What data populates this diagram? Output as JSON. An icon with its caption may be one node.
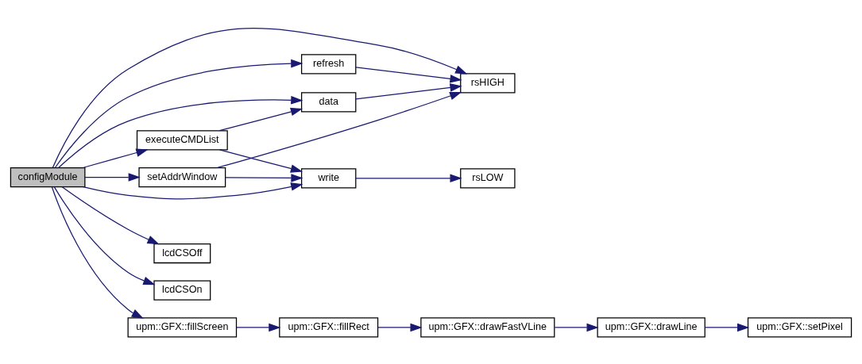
{
  "diagram": {
    "nodes": [
      {
        "text": [
          "configModule"
        ]
      },
      {
        "text": [
          "refresh"
        ]
      },
      {
        "text": [
          "rsHIGH"
        ]
      },
      {
        "text": [
          "data"
        ]
      },
      {
        "text": [
          "executeCMDList"
        ]
      },
      {
        "text": [
          "setAddrWindow"
        ]
      },
      {
        "text": [
          "write"
        ]
      },
      {
        "text": [
          "rsLOW"
        ]
      },
      {
        "text": [
          "lcdCSOff"
        ]
      },
      {
        "text": [
          "lcdCSOn"
        ]
      },
      {
        "text": [
          "upm::GFX::fillScreen"
        ]
      },
      {
        "text": [
          "upm::GFX::fillRect"
        ]
      },
      {
        "text": [
          "upm::GFX::drawFastVLine"
        ]
      },
      {
        "text": [
          "upm::GFX::drawLine"
        ]
      },
      {
        "text": [
          "upm::GFX::setPixel"
        ]
      }
    ],
    "edges": [
      {
        "from": 0,
        "to": 1,
        "arrow": "to"
      },
      {
        "from": 0,
        "to": 2,
        "arrow": "to"
      },
      {
        "from": 0,
        "to": 3,
        "arrow": "to"
      },
      {
        "from": 0,
        "to": 4,
        "arrow": "to"
      },
      {
        "from": 0,
        "to": 5,
        "arrow": "to"
      },
      {
        "from": 0,
        "to": 6,
        "arrow": "to"
      },
      {
        "from": 0,
        "to": 8,
        "arrow": "to"
      },
      {
        "from": 0,
        "to": 9,
        "arrow": "to"
      },
      {
        "from": 0,
        "to": 10,
        "arrow": "to"
      },
      {
        "from": 1,
        "to": 2,
        "arrow": "to"
      },
      {
        "from": 3,
        "to": 2,
        "arrow": "to"
      },
      {
        "from": 4,
        "to": 3,
        "arrow": "to"
      },
      {
        "from": 4,
        "to": 6,
        "arrow": "to"
      },
      {
        "from": 5,
        "to": 2,
        "arrow": "to"
      },
      {
        "from": 5,
        "to": 6,
        "arrow": "to"
      },
      {
        "from": 6,
        "to": 7,
        "arrow": "to"
      },
      {
        "from": 10,
        "to": 11,
        "arrow": "to"
      },
      {
        "from": 11,
        "to": 12,
        "arrow": "to"
      },
      {
        "from": 12,
        "to": 13,
        "arrow": "to"
      },
      {
        "from": 13,
        "to": 14,
        "arrow": "to"
      }
    ]
  }
}
